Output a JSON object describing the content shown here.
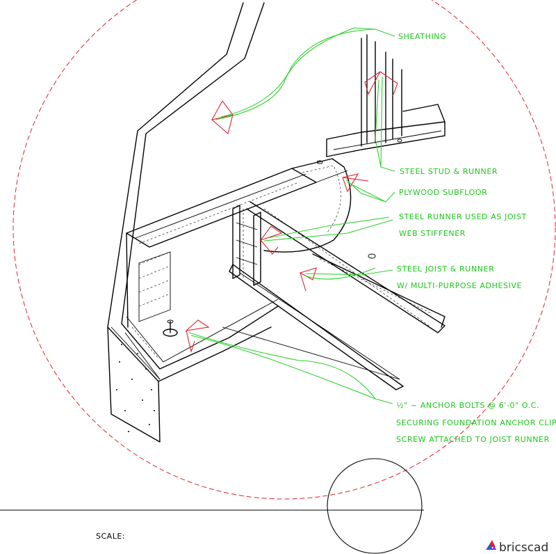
{
  "callouts": {
    "sheathing": "SHEATHING",
    "steel_stud": "STEEL STUD & RUNNER",
    "plywood": "PLYWOOD SUBFLOOR",
    "runner_joist_1": "STEEL RUNNER USED AS JOIST",
    "runner_joist_2": "WEB STIFFENER",
    "joist_1": "STEEL JOIST & RUNNER",
    "joist_2": "W/ MULTI-PURPOSE ADHESIVE",
    "anchor_1": "½\" ~ ANCHOR BOLTS @ 6'-0\" O.C.",
    "anchor_2": "SECURING FOUNDATION ANCHOR CLIP",
    "anchor_3": "SCREW ATTACHED TO JOIST RUNNER"
  },
  "title_block": {
    "scale_label": "SCALE:"
  },
  "logo": {
    "text": "bricscad"
  },
  "colors": {
    "callout": "#19c819",
    "detail_circle": "#e0202a",
    "arrow": "#e0202a",
    "linework": "#000000"
  },
  "icons": {
    "logo": "bricscad-logo-icon"
  }
}
